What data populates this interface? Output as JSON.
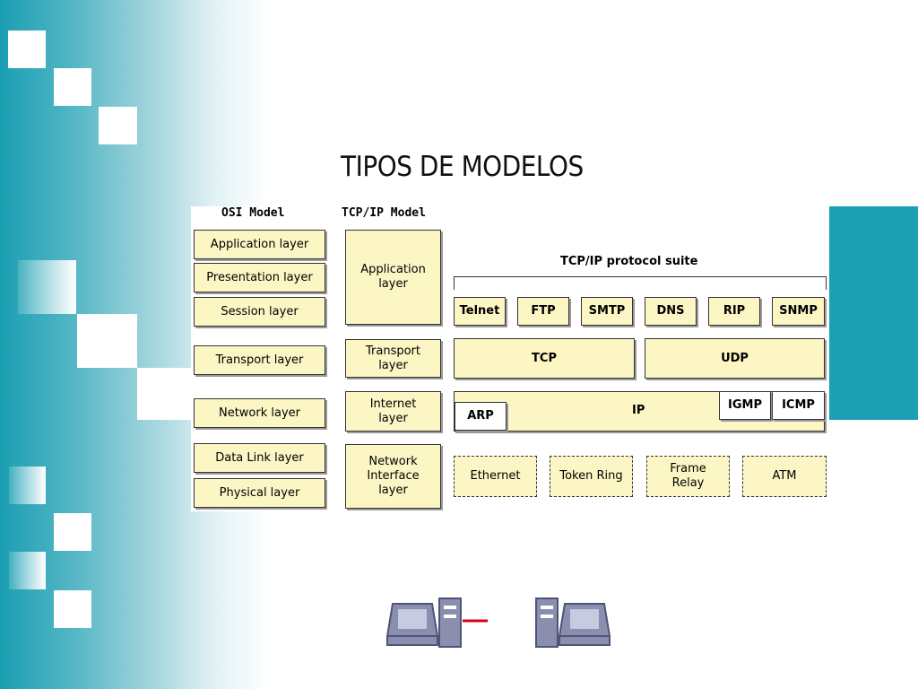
{
  "title": "TIPOS DE MODELOS",
  "osi": {
    "heading": "OSI Model",
    "layers": [
      "Application layer",
      "Presentation layer",
      "Session layer",
      "Transport layer",
      "Network layer",
      "Data Link layer",
      "Physical layer"
    ]
  },
  "tcpip": {
    "heading": "TCP/IP Model",
    "layers": [
      "Application layer",
      "Transport layer",
      "Internet layer",
      "Network Interface layer"
    ]
  },
  "suite": {
    "label": "TCP/IP protocol suite",
    "app_protocols": [
      "Telnet",
      "FTP",
      "SMTP",
      "DNS",
      "RIP",
      "SNMP"
    ],
    "transport_protocols": [
      "TCP",
      "UDP"
    ],
    "internet_protocols": [
      "IP",
      "ARP",
      "IGMP",
      "ICMP"
    ],
    "network_interfaces": [
      "Ethernet",
      "Token Ring",
      "Frame Relay",
      "ATM"
    ]
  },
  "colors": {
    "accent": "#1ca0b4",
    "box_fill": "#fcf6c4",
    "computer": "#8a8fb0",
    "link": "#d4001a"
  }
}
